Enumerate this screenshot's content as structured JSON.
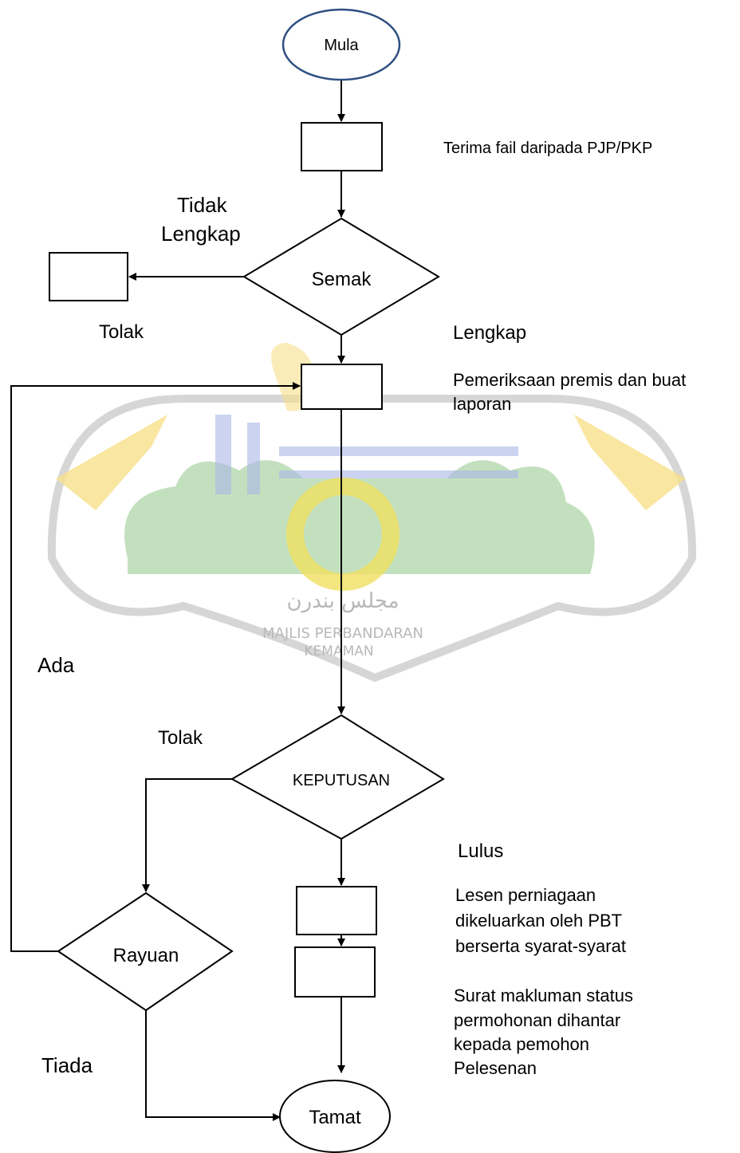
{
  "nodes": {
    "start": "Mula",
    "check": "Semak",
    "decision": "KEPUTUSAN",
    "appeal": "Rayuan",
    "end": "Tamat"
  },
  "labels": {
    "receive_file": "Terima fail daripada PJP/PKP",
    "incomplete_line1": "Tidak",
    "incomplete_line2": "Lengkap",
    "reject_top": "Tolak",
    "complete": "Lengkap",
    "inspect_line1": "Pemeriksaan premis dan buat",
    "inspect_line2": "laporan",
    "yes": "Ada",
    "reject_decision": "Tolak",
    "pass": "Lulus",
    "license_line1": "Lesen perniagaan",
    "license_line2": "dikeluarkan oleh PBT",
    "license_line3": "berserta syarat-syarat",
    "notice_line1": "Surat makluman status",
    "notice_line2": "permohonan dihantar",
    "notice_line3": "kepada pemohon",
    "notice_line4": "Pelesenan",
    "none": "Tiada"
  },
  "watermark": {
    "arabic": "مجلس بندرن",
    "line1": "MAJLIS PERBANDARAN",
    "line2": "KEMAMAN",
    "colors": {
      "dome": "#cfcfcf",
      "yellow": "#f7e08a",
      "green": "#a9d3a2",
      "blue": "#a9b7e8",
      "gear": "#f0e060"
    }
  },
  "colors": {
    "start_border": "#2e4f82",
    "stroke": "#000000"
  }
}
